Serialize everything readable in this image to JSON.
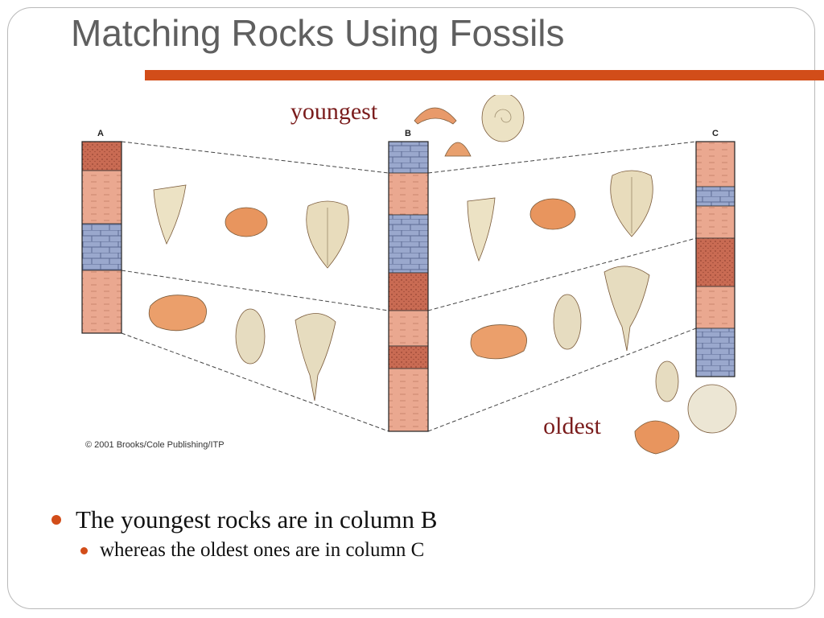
{
  "slide": {
    "title": "Matching Rocks Using Fossils",
    "accent_color": "#d24d19"
  },
  "figure": {
    "column_labels": [
      "A",
      "B",
      "C"
    ],
    "youngest_label": "youngest",
    "oldest_label": "oldest",
    "copyright": "© 2001 Brooks/Cole Publishing/ITP",
    "colors": {
      "shale": "#e8a58c",
      "sandstone": "#c86a52",
      "limestone": "#98a6cc",
      "label_text": "#7a1c1c"
    }
  },
  "bullets": {
    "level1": "The youngest rocks are in column B",
    "level2": "whereas the oldest ones are in column C"
  }
}
